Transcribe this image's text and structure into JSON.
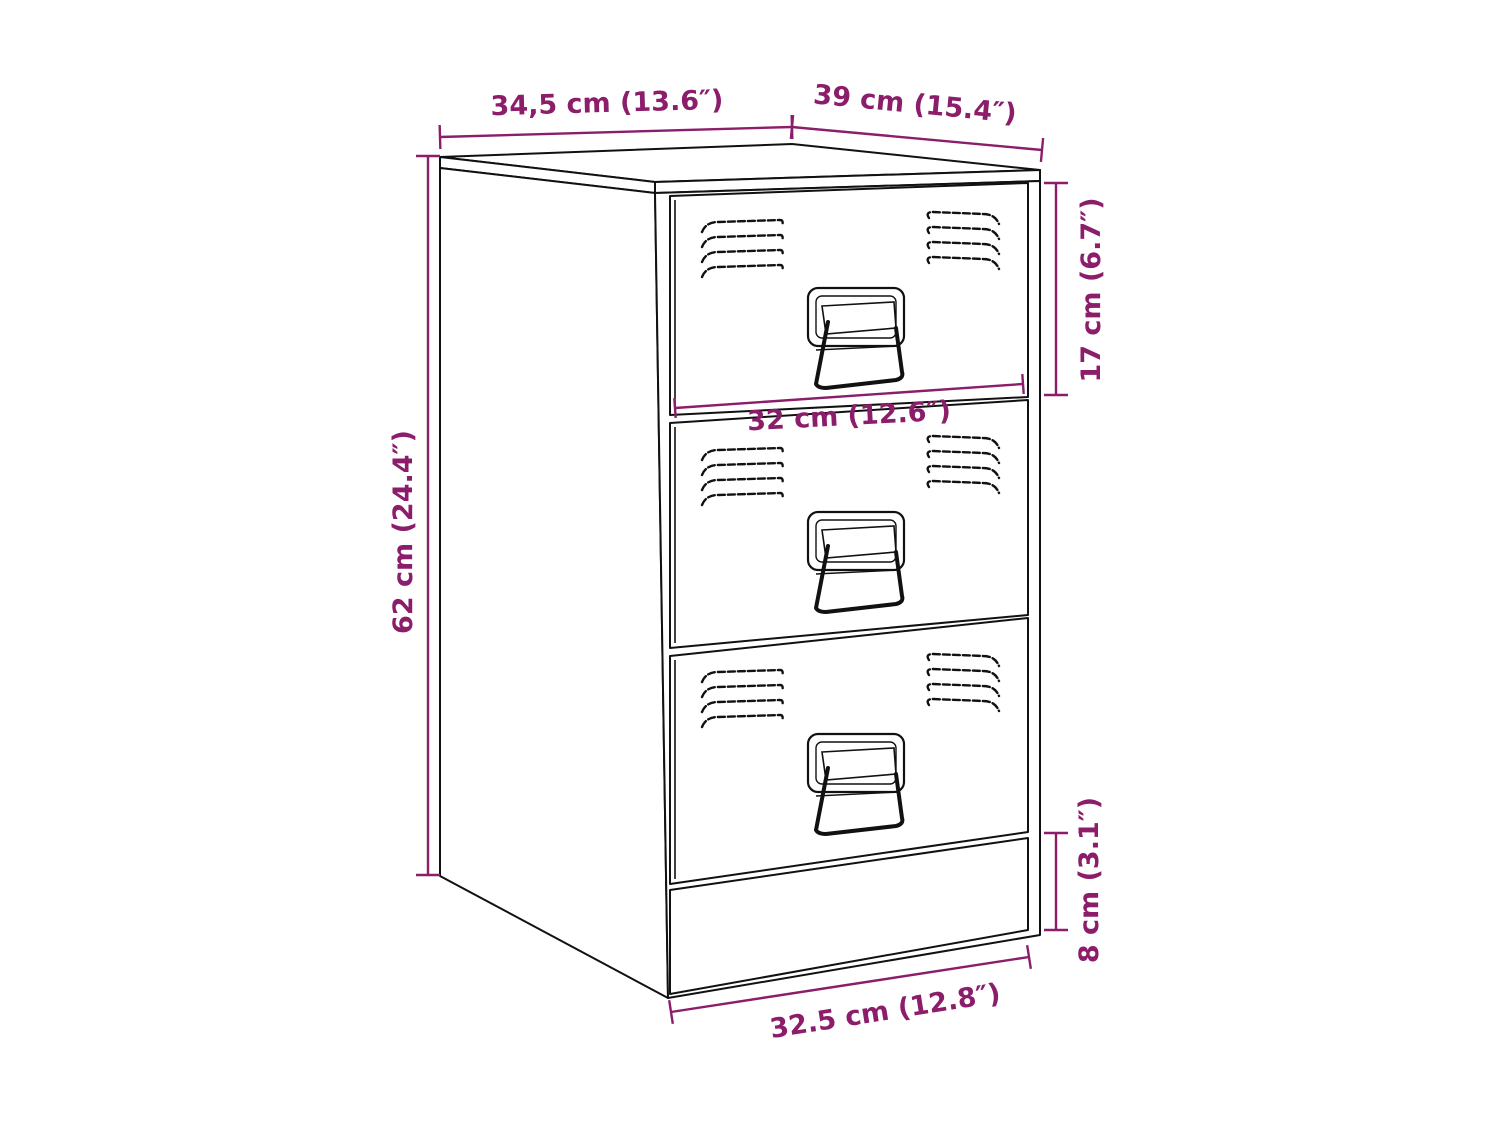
{
  "colors": {
    "dimension": "#8b1d6b",
    "outline": "#111111",
    "background": "#ffffff"
  },
  "dimensions": {
    "width_top": "34,5 cm (13.6″)",
    "depth_top": "39 cm (15.4″)",
    "drawer_height": "17 cm (6.7″)",
    "total_height": "62 cm (24.4″)",
    "drawer_width": "32 cm (12.6″)",
    "plinth_height": "8 cm (3.1″)",
    "base_width": "32.5 cm (12.8″)"
  }
}
